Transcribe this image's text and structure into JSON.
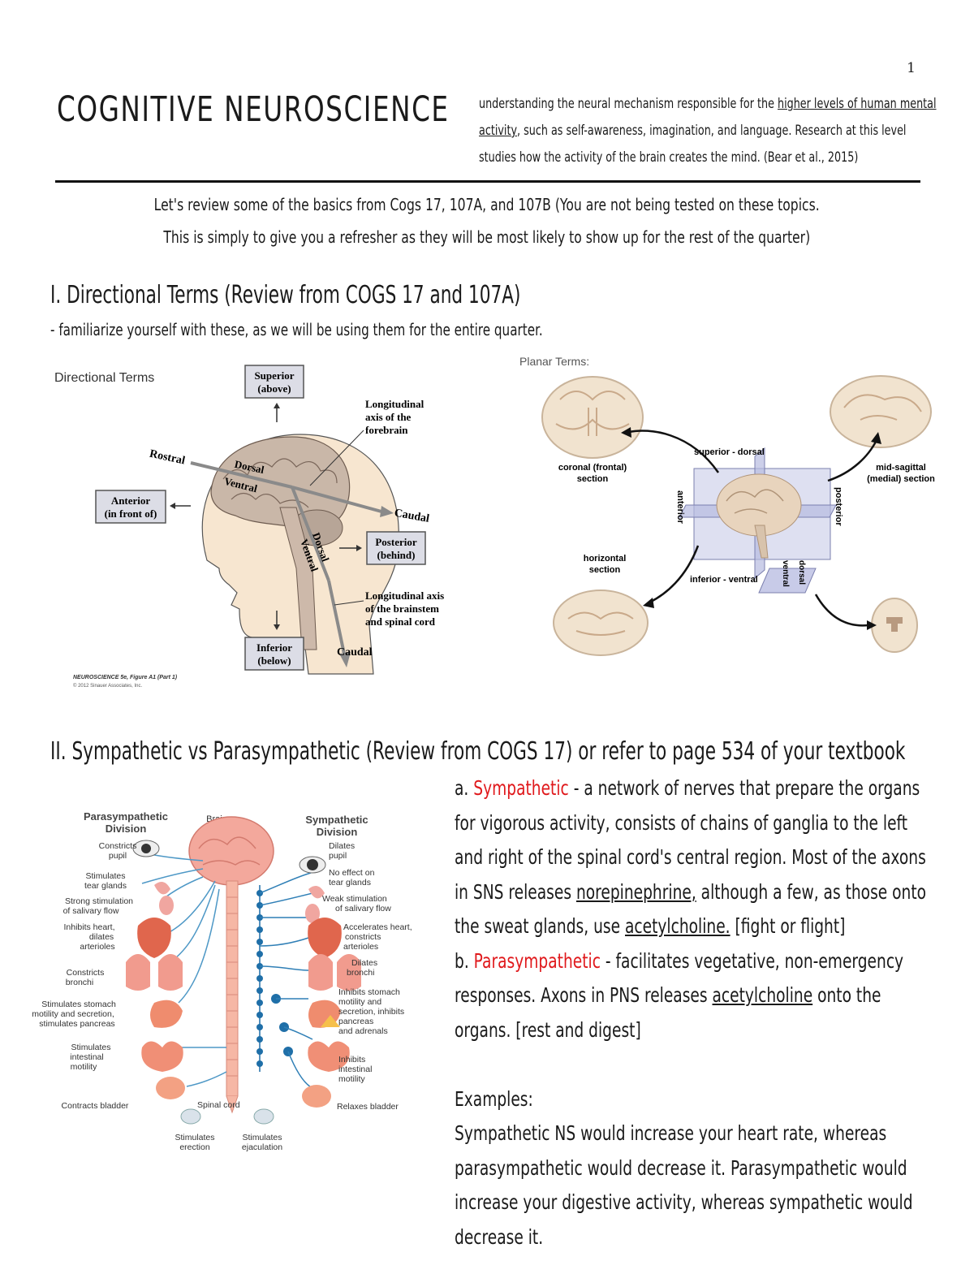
{
  "page_number": "1",
  "title": "COGNITIVE NEUROSCIENCE",
  "definition": {
    "before": "understanding the neural mechanism responsible for the ",
    "underlined": "higher levels of human mental activity",
    "after": ", such as self-awareness, imagination, and language. Research at this level studies how the activity of the brain creates the mind. (Bear et al., 2015)"
  },
  "review": {
    "line1": "Let's review some of the basics from Cogs 17, 107A, and 107B (You are not being tested on these topics.",
    "line2": "This is simply to give you a refresher as they will be most likely to show up for the rest of the quarter)"
  },
  "section1": {
    "heading": "I. Directional Terms (Review from COGS 17 and 107A)",
    "note": "- familiarize yourself with these, as we will be using them for the entire quarter."
  },
  "directional_figure": {
    "title": "Directional Terms",
    "superior": "Superior",
    "superior_sub": "(above)",
    "inferior": "Inferior",
    "inferior_sub": "(below)",
    "anterior": "Anterior",
    "anterior_sub": "(in front of)",
    "posterior": "Posterior",
    "posterior_sub": "(behind)",
    "rostral": "Rostral",
    "dorsal": "Dorsal",
    "ventral": "Ventral",
    "caudal": "Caudal",
    "long_forebrain": [
      "Longitudinal",
      "axis of the",
      "forebrain"
    ],
    "long_brainstem": [
      "Longitudinal axis",
      "of the brainstem",
      "and spinal cord"
    ],
    "credit": "NEUROSCIENCE 5e, Figure A1 (Part 1)",
    "copyright": "© 2012 Sinauer Associates, Inc."
  },
  "planar_figure": {
    "title": "Planar Terms:",
    "coronal": [
      "coronal (frontal)",
      "section"
    ],
    "midsagittal": [
      "mid-sagittal",
      "(medial) section"
    ],
    "horizontal": [
      "horizontal",
      "section"
    ],
    "superior_dorsal": "superior - dorsal",
    "inferior_ventral": "inferior - ventral",
    "anterior": "anterior",
    "posterior": "posterior",
    "ventral": "ventral",
    "dorsal": "dorsal"
  },
  "section2": {
    "heading": "II. Sympathetic vs Parasympathetic (Review from COGS 17) or refer to page 534 of your textbook"
  },
  "autonomic_figure": {
    "para_title": [
      "Parasympathetic",
      "Division"
    ],
    "symp_title": [
      "Sympathetic",
      "Division"
    ],
    "brain": "Brain",
    "spinal_cord": "Spinal cord",
    "left_labels": [
      [
        "Constricts",
        "pupil"
      ],
      [
        "Stimulates",
        "tear glands"
      ],
      [
        "Strong stimulation",
        "of salivary flow"
      ],
      [
        "Inhibits heart,",
        "dilates",
        "arterioles"
      ],
      [
        "Constricts",
        "bronchi"
      ],
      [
        "Stimulates stomach",
        "motility and secretion,",
        "stimulates pancreas"
      ],
      [
        "Stimulates",
        "intestinal",
        "motility"
      ],
      [
        "Contracts bladder"
      ]
    ],
    "right_labels": [
      [
        "Dilates",
        "pupil"
      ],
      [
        "No effect on",
        "tear glands"
      ],
      [
        "Weak stimulation",
        "of salivary flow"
      ],
      [
        "Accelerates heart,",
        "constricts",
        "arterioles"
      ],
      [
        "Dilates",
        "bronchi"
      ],
      [
        "Inhibits stomach",
        "motility and",
        "secretion, inhibits",
        "pancreas",
        "and adrenals"
      ],
      [
        "Inhibits",
        "intestinal",
        "motility"
      ],
      [
        "Relaxes bladder"
      ]
    ],
    "bottom_left": [
      "Stimulates",
      "erection"
    ],
    "bottom_right": [
      "Stimulates",
      "ejaculation"
    ]
  },
  "sympathetic_text": {
    "a_prefix": "a. ",
    "a_term": "Sympathetic",
    "a_body1": " - a network of nerves that prepare the organs for vigorous activity, consists of chains of ganglia to the left and right of the spinal cord's central region. Most of the axons in SNS releases ",
    "a_u1": "norepinephrine,",
    "a_body2": " although a few, as those onto the sweat glands, use ",
    "a_u2": "acetylcholine.",
    "a_body3": " [fight or flight]",
    "b_prefix": "b. ",
    "b_term": "Parasympathetic",
    "b_body1": " - facilitates vegetative, non-emergency responses. Axons in PNS releases ",
    "b_u1": "acetylcholine",
    "b_body2": " onto the organs. [rest and digest]",
    "examples_label": "Examples:",
    "examples_body": "Sympathetic NS would increase your heart rate, whereas parasympathetic would decrease it. Parasympathetic would increase your digestive activity, whereas sympathetic would decrease it."
  },
  "colors": {
    "accent_red": "#e0191c",
    "box_fill": "#dcdde6",
    "nerve_blue": "#1f6fa8",
    "organ_pink": "#f0a6a0"
  }
}
